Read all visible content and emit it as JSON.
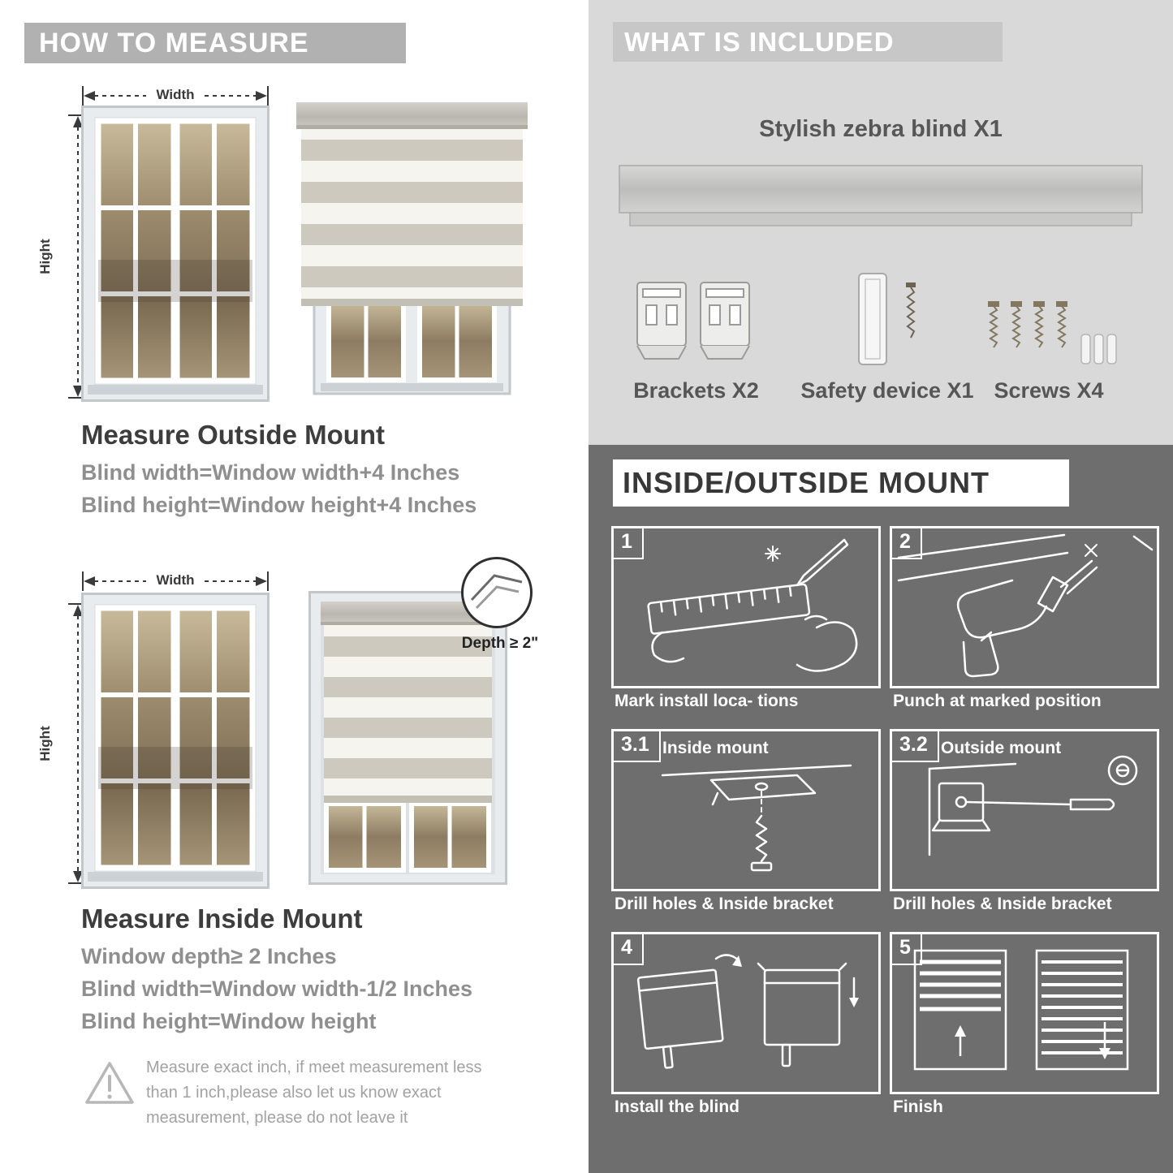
{
  "colors": {
    "banner_gray": "#b1b1b1",
    "included_bg": "#d9d9d9",
    "included_banner": "#c7c7c7",
    "dark_bg": "#6e6e6e",
    "heading_text": "#3d3d3d",
    "body_text": "#8f8f8f"
  },
  "left": {
    "header": "HOW TO MEASURE",
    "outside": {
      "width_label": "Width",
      "height_label": "Hight",
      "title": "Measure Outside Mount",
      "lines": [
        "Blind width=Window width+4 Inches",
        "Blind height=Window height+4 Inches"
      ]
    },
    "inside": {
      "width_label": "Width",
      "height_label": "Hight",
      "depth_label": "Depth ≥ 2\"",
      "title": "Measure Inside Mount",
      "lines": [
        "Window depth≥ 2 Inches",
        "Blind width=Window width-1/2 Inches",
        "Blind height=Window height"
      ]
    },
    "warning_text": "Measure exact inch, if meet measurement less than 1 inch,please also let us know exact measurement, please do not leave it"
  },
  "right": {
    "included": {
      "header": "WHAT IS INCLUDED",
      "blind_label": "Stylish zebra blind X1",
      "items": [
        {
          "label": "Brackets X2"
        },
        {
          "label": "Safety device X1"
        },
        {
          "label": "Screws X4"
        }
      ]
    },
    "mount": {
      "header": "INSIDE/OUTSIDE MOUNT",
      "steps": [
        {
          "num": "1",
          "caption": "Mark install loca- tions"
        },
        {
          "num": "2",
          "caption": "Punch at  marked position"
        },
        {
          "num": "3.1",
          "label": "Inside mount",
          "caption": "Drill holes &  Inside bracket"
        },
        {
          "num": "3.2",
          "label": "Outside mount",
          "caption": "Drill holes &  Inside bracket"
        },
        {
          "num": "4",
          "caption": "Install the blind"
        },
        {
          "num": "5",
          "caption": "Finish"
        }
      ]
    }
  }
}
